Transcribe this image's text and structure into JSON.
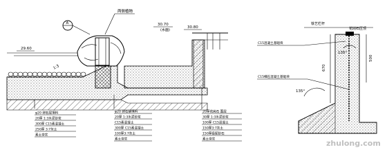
{
  "drawing": {
    "labels": {
      "elev_top": "30.70",
      "elev_top_sub": "(水面)",
      "elev_right": "30.80",
      "elev_left": "29.60",
      "section_mark": "A",
      "callout_label": "两侧植物",
      "slope_ratio": "1:3"
    },
    "table_left": [
      "φ20 卵石层填料",
      "20厚 1:3水泥砂浆",
      "300厚 C15素混凝土",
      "250厚 3:7灰土",
      "素土夯实"
    ],
    "table_mid": [
      "φ20 卵石铺填料",
      "20厚 1:3水泥砂浆",
      "C15素混凝土",
      "300厚 C15素混凝土",
      "100厚3:7灰土",
      "素土夯实"
    ],
    "table_right": [
      "20厚花岗石 面层",
      "30厚 1:3水泥砂浆",
      "100厚 C15混凝土",
      "150厚3:7灰土",
      "150厚级配砂石",
      "素土夯实"
    ],
    "detail": {
      "header_left": "铁艺栏杆",
      "header_right": "花岗石压顶",
      "note1": "C15混凝土基础块",
      "note2": "C15细石混凝土基础块",
      "dim_670": "670",
      "dim_500": "500",
      "angle_top": "135°",
      "angle_bottom": "135°"
    },
    "watermark": "zhulong.com"
  }
}
